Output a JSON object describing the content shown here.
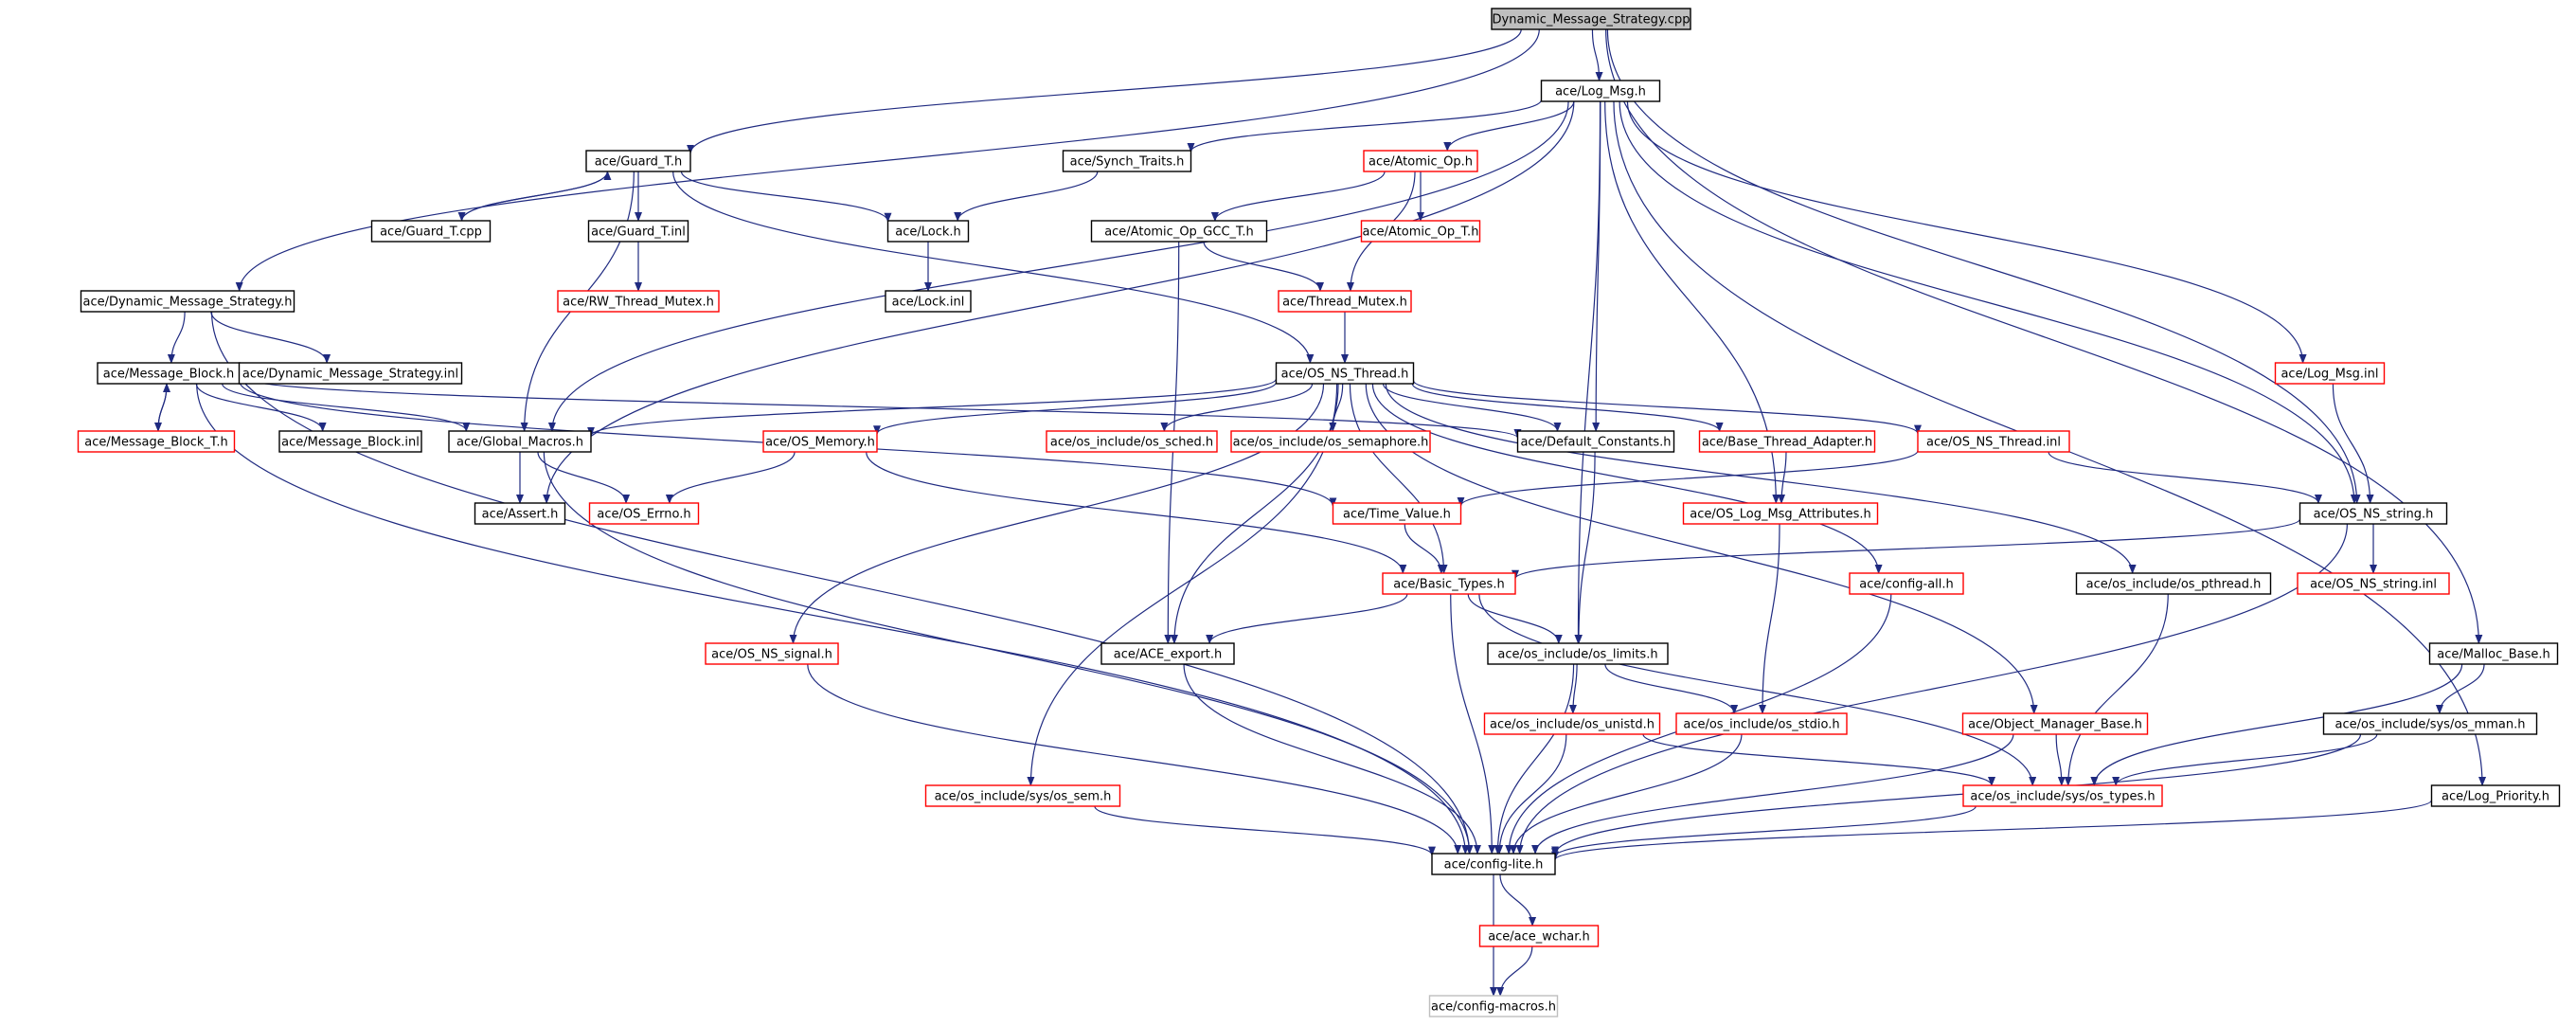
{
  "root_label": "Dynamic_Message_Strategy.cpp",
  "nodes": [
    {
      "id": "root",
      "label": "Dynamic_Message_Strategy.cpp",
      "style": "root"
    },
    {
      "id": "logmsg",
      "label": "ace/Log_Msg.h",
      "style": "black"
    },
    {
      "id": "guardt",
      "label": "ace/Guard_T.h",
      "style": "black"
    },
    {
      "id": "synchtraits",
      "label": "ace/Synch_Traits.h",
      "style": "black"
    },
    {
      "id": "atomicop",
      "label": "ace/Atomic_Op.h",
      "style": "red"
    },
    {
      "id": "guardtcpp",
      "label": "ace/Guard_T.cpp",
      "style": "black"
    },
    {
      "id": "guardtinl",
      "label": "ace/Guard_T.inl",
      "style": "black"
    },
    {
      "id": "lock",
      "label": "ace/Lock.h",
      "style": "black"
    },
    {
      "id": "atomicgcc",
      "label": "ace/Atomic_Op_GCC_T.h",
      "style": "black"
    },
    {
      "id": "atomicopt",
      "label": "ace/Atomic_Op_T.h",
      "style": "red"
    },
    {
      "id": "dms",
      "label": "ace/Dynamic_Message_Strategy.h",
      "style": "black"
    },
    {
      "id": "rwmutex",
      "label": "ace/RW_Thread_Mutex.h",
      "style": "red"
    },
    {
      "id": "lockinl",
      "label": "ace/Lock.inl",
      "style": "black"
    },
    {
      "id": "threadmutex",
      "label": "ace/Thread_Mutex.h",
      "style": "red"
    },
    {
      "id": "msgblock",
      "label": "ace/Message_Block.h",
      "style": "black"
    },
    {
      "id": "dmsinl",
      "label": "ace/Dynamic_Message_Strategy.inl",
      "style": "black"
    },
    {
      "id": "osnsthread",
      "label": "ace/OS_NS_Thread.h",
      "style": "black"
    },
    {
      "id": "logmsginl",
      "label": "ace/Log_Msg.inl",
      "style": "red"
    },
    {
      "id": "msgblockt",
      "label": "ace/Message_Block_T.h",
      "style": "red"
    },
    {
      "id": "msgblockinl",
      "label": "ace/Message_Block.inl",
      "style": "black"
    },
    {
      "id": "globalmacros",
      "label": "ace/Global_Macros.h",
      "style": "black"
    },
    {
      "id": "osmemory",
      "label": "ace/OS_Memory.h",
      "style": "red"
    },
    {
      "id": "ossched",
      "label": "ace/os_include/os_sched.h",
      "style": "red"
    },
    {
      "id": "ossemaphore",
      "label": "ace/os_include/os_semaphore.h",
      "style": "red"
    },
    {
      "id": "defconst",
      "label": "ace/Default_Constants.h",
      "style": "black"
    },
    {
      "id": "basethread",
      "label": "ace/Base_Thread_Adapter.h",
      "style": "red"
    },
    {
      "id": "osnsthreadinl",
      "label": "ace/OS_NS_Thread.inl",
      "style": "red"
    },
    {
      "id": "assert",
      "label": "ace/Assert.h",
      "style": "black"
    },
    {
      "id": "oserrno",
      "label": "ace/OS_Errno.h",
      "style": "red"
    },
    {
      "id": "timevalue",
      "label": "ace/Time_Value.h",
      "style": "red"
    },
    {
      "id": "oslogmsgattr",
      "label": "ace/OS_Log_Msg_Attributes.h",
      "style": "red"
    },
    {
      "id": "osnsstring",
      "label": "ace/OS_NS_string.h",
      "style": "black"
    },
    {
      "id": "basictypes",
      "label": "ace/Basic_Types.h",
      "style": "red"
    },
    {
      "id": "configall",
      "label": "ace/config-all.h",
      "style": "red"
    },
    {
      "id": "ospthread",
      "label": "ace/os_include/os_pthread.h",
      "style": "black"
    },
    {
      "id": "osnsstringinl",
      "label": "ace/OS_NS_string.inl",
      "style": "red"
    },
    {
      "id": "osnssignal",
      "label": "ace/OS_NS_signal.h",
      "style": "red"
    },
    {
      "id": "aceexport",
      "label": "ace/ACE_export.h",
      "style": "black"
    },
    {
      "id": "oslimits",
      "label": "ace/os_include/os_limits.h",
      "style": "black"
    },
    {
      "id": "mallocbase",
      "label": "ace/Malloc_Base.h",
      "style": "black"
    },
    {
      "id": "osunistd",
      "label": "ace/os_include/os_unistd.h",
      "style": "red"
    },
    {
      "id": "osstdio",
      "label": "ace/os_include/os_stdio.h",
      "style": "red"
    },
    {
      "id": "objmgrbase",
      "label": "ace/Object_Manager_Base.h",
      "style": "red"
    },
    {
      "id": "osmman",
      "label": "ace/os_include/sys/os_mman.h",
      "style": "black"
    },
    {
      "id": "ossem",
      "label": "ace/os_include/sys/os_sem.h",
      "style": "red"
    },
    {
      "id": "ostypes",
      "label": "ace/os_include/sys/os_types.h",
      "style": "red"
    },
    {
      "id": "logpriority",
      "label": "ace/Log_Priority.h",
      "style": "black"
    },
    {
      "id": "configlite",
      "label": "ace/config-lite.h",
      "style": "black"
    },
    {
      "id": "acewchar",
      "label": "ace/ace_wchar.h",
      "style": "red"
    },
    {
      "id": "configmacros",
      "label": "ace/config-macros.h",
      "style": "gray"
    }
  ],
  "edges": [
    [
      "root",
      "logmsg"
    ],
    [
      "root",
      "dms"
    ],
    [
      "root",
      "guardt"
    ],
    [
      "root",
      "osnsstring"
    ],
    [
      "root",
      "mallocbase"
    ],
    [
      "logmsg",
      "synchtraits"
    ],
    [
      "logmsg",
      "atomicop"
    ],
    [
      "logmsg",
      "defconst"
    ],
    [
      "logmsg",
      "globalmacros"
    ],
    [
      "logmsg",
      "logmsginl"
    ],
    [
      "logmsg",
      "osnsstring"
    ],
    [
      "logmsg",
      "logpriority"
    ],
    [
      "logmsg",
      "assert"
    ],
    [
      "logmsg",
      "oslimits"
    ],
    [
      "logmsg",
      "oslogmsgattr"
    ],
    [
      "guardt",
      "guardtcpp"
    ],
    [
      "guardt",
      "guardtinl"
    ],
    [
      "guardt",
      "lock"
    ],
    [
      "guardt",
      "globalmacros"
    ],
    [
      "guardt",
      "osnsthread"
    ],
    [
      "guardtcpp",
      "guardt"
    ],
    [
      "guardtinl",
      "rwmutex"
    ],
    [
      "synchtraits",
      "lock"
    ],
    [
      "lock",
      "lockinl"
    ],
    [
      "atomicop",
      "atomicgcc"
    ],
    [
      "atomicop",
      "atomicopt"
    ],
    [
      "atomicop",
      "threadmutex"
    ],
    [
      "atomicgcc",
      "threadmutex"
    ],
    [
      "atomicgcc",
      "aceexport"
    ],
    [
      "threadmutex",
      "osnsthread"
    ],
    [
      "dms",
      "msgblock"
    ],
    [
      "dms",
      "dmsinl"
    ],
    [
      "dms",
      "configlite"
    ],
    [
      "msgblock",
      "msgblockt"
    ],
    [
      "msgblock",
      "msgblockinl"
    ],
    [
      "msgblock",
      "globalmacros"
    ],
    [
      "msgblock",
      "defconst"
    ],
    [
      "msgblock",
      "timevalue"
    ],
    [
      "msgblock",
      "configlite"
    ],
    [
      "msgblockt",
      "msgblock"
    ],
    [
      "osnsthread",
      "globalmacros"
    ],
    [
      "osnsthread",
      "osmemory"
    ],
    [
      "osnsthread",
      "ossched"
    ],
    [
      "osnsthread",
      "ossemaphore"
    ],
    [
      "osnsthread",
      "defconst"
    ],
    [
      "osnsthread",
      "basethread"
    ],
    [
      "osnsthread",
      "osnsthreadinl"
    ],
    [
      "osnsthread",
      "basictypes"
    ],
    [
      "osnsthread",
      "configall"
    ],
    [
      "osnsthread",
      "ospthread"
    ],
    [
      "osnsthread",
      "osnssignal"
    ],
    [
      "osnsthread",
      "aceexport"
    ],
    [
      "osnsthread",
      "objmgrbase"
    ],
    [
      "osnsthread",
      "ossem"
    ],
    [
      "globalmacros",
      "assert"
    ],
    [
      "globalmacros",
      "oserrno"
    ],
    [
      "globalmacros",
      "configlite"
    ],
    [
      "osmemory",
      "oserrno"
    ],
    [
      "osmemory",
      "basictypes"
    ],
    [
      "defconst",
      "oslimits"
    ],
    [
      "basethread",
      "oslogmsgattr"
    ],
    [
      "osnsthreadinl",
      "osnsstring"
    ],
    [
      "osnsthreadinl",
      "timevalue"
    ],
    [
      "timevalue",
      "basictypes"
    ],
    [
      "oslogmsgattr",
      "osstdio"
    ],
    [
      "logmsginl",
      "osnsstring"
    ],
    [
      "osnsstring",
      "osnsstringinl"
    ],
    [
      "osnsstring",
      "basictypes"
    ],
    [
      "osnsstring",
      "configlite"
    ],
    [
      "basictypes",
      "aceexport"
    ],
    [
      "basictypes",
      "oslimits"
    ],
    [
      "basictypes",
      "ostypes"
    ],
    [
      "basictypes",
      "configlite"
    ],
    [
      "configall",
      "configlite"
    ],
    [
      "ospthread",
      "ostypes"
    ],
    [
      "osnssignal",
      "configlite"
    ],
    [
      "aceexport",
      "configlite"
    ],
    [
      "oslimits",
      "osunistd"
    ],
    [
      "oslimits",
      "osstdio"
    ],
    [
      "oslimits",
      "configlite"
    ],
    [
      "mallocbase",
      "osmman"
    ],
    [
      "mallocbase",
      "ostypes"
    ],
    [
      "osunistd",
      "ostypes"
    ],
    [
      "osunistd",
      "configlite"
    ],
    [
      "osstdio",
      "configlite"
    ],
    [
      "objmgrbase",
      "ostypes"
    ],
    [
      "objmgrbase",
      "configlite"
    ],
    [
      "osmman",
      "ostypes"
    ],
    [
      "osmman",
      "configlite"
    ],
    [
      "ossem",
      "configlite"
    ],
    [
      "ostypes",
      "configlite"
    ],
    [
      "logpriority",
      "configlite"
    ],
    [
      "configlite",
      "acewchar"
    ],
    [
      "configlite",
      "configmacros"
    ],
    [
      "acewchar",
      "configmacros"
    ]
  ]
}
